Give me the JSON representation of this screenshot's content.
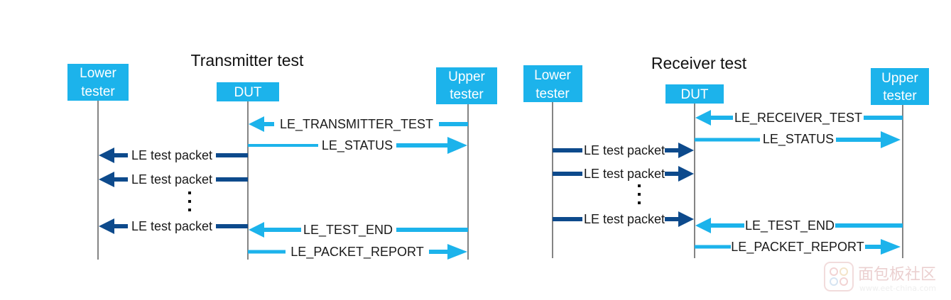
{
  "colors": {
    "box_fill": "#1CB3EB",
    "light_arrow": "#1CB3EB",
    "dark_arrow": "#0D4A8C",
    "lifeline": "#333333"
  },
  "transmitter": {
    "title": "Transmitter test",
    "lower_tester": [
      "Lower",
      "tester"
    ],
    "dut": "DUT",
    "upper_tester": [
      "Upper",
      "tester"
    ],
    "messages": [
      "LE_TRANSMITTER_TEST",
      "LE_STATUS",
      "LE test packet",
      "LE test packet",
      "LE test packet",
      "LE_TEST_END",
      "LE_PACKET_REPORT"
    ]
  },
  "receiver": {
    "title": "Receiver test",
    "lower_tester": [
      "Lower",
      "tester"
    ],
    "dut": "DUT",
    "upper_tester": [
      "Upper",
      "tester"
    ],
    "messages": [
      "LE_RECEIVER_TEST",
      "LE_STATUS",
      "LE test packet",
      "LE test packet",
      "LE test packet",
      "LE_TEST_END",
      "LE_PACKET_REPORT"
    ]
  },
  "watermark": {
    "text": "面包板社区",
    "subtext": "www.eet-china.com"
  }
}
